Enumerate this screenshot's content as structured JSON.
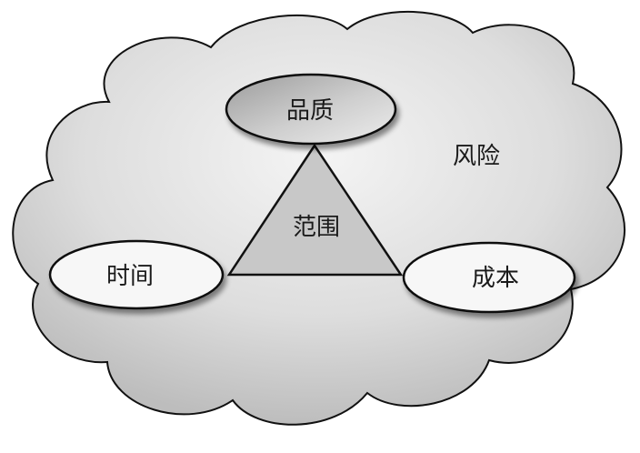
{
  "diagram": {
    "outer": {
      "label": "风险"
    },
    "center": {
      "label": "范围"
    },
    "nodes": {
      "top": "品质",
      "left": "时间",
      "right": "成本"
    }
  },
  "colors": {
    "cloud_fill_light": "#f2f2f2",
    "cloud_fill_dark": "#c4c4c4",
    "outline": "#111111",
    "triangle_fill": "#c8c8c8",
    "ellipse_top_dark": "#a8a8a8",
    "ellipse_top_light": "#e6e6e6",
    "ellipse_plain": "#f7f7f7",
    "text": "#1a1a1a"
  }
}
